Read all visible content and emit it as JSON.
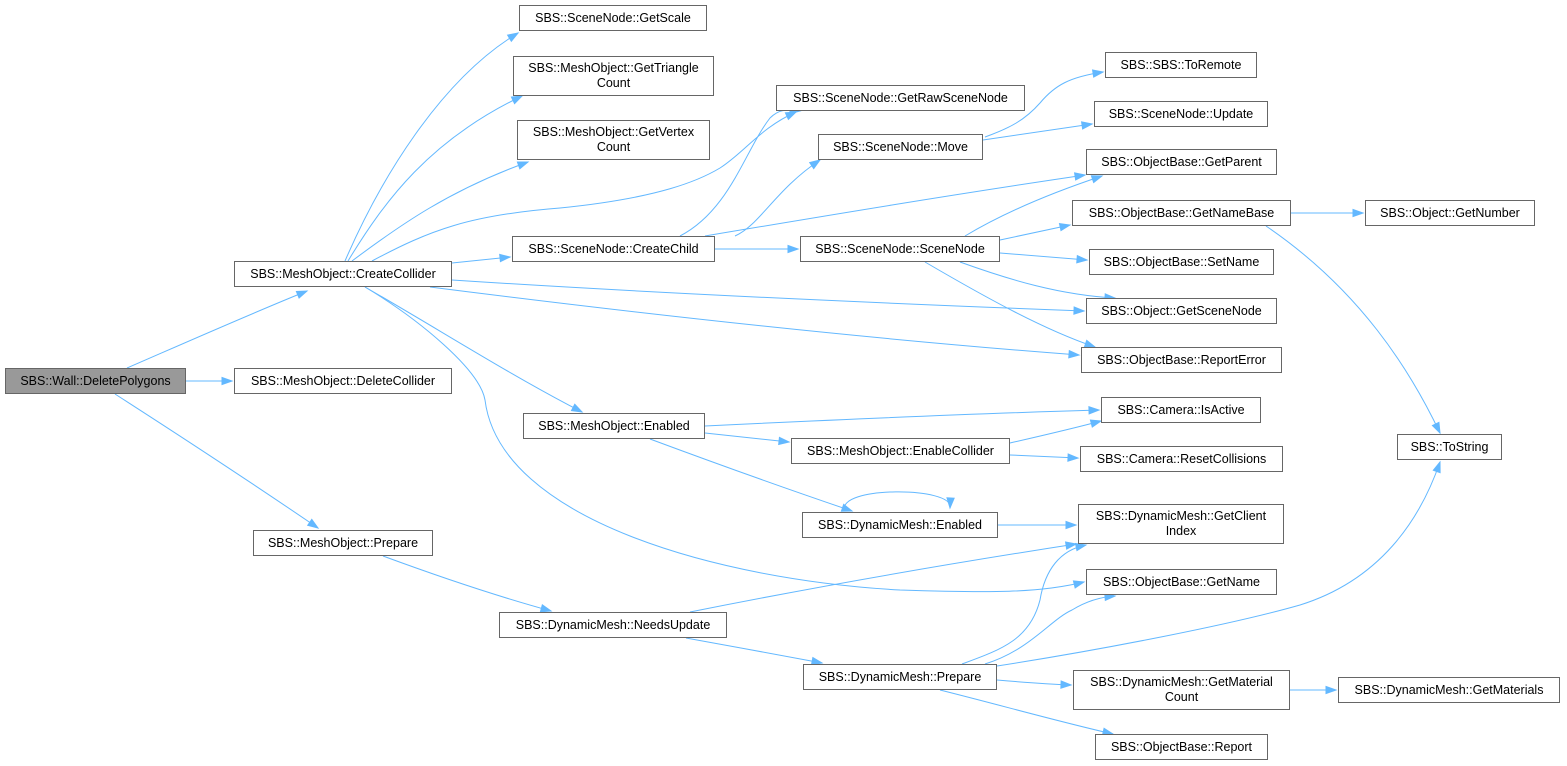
{
  "diagram": {
    "type": "call-graph",
    "nodes": [
      {
        "id": "wall_deletepolygons",
        "label": "SBS::Wall::DeletePolygons",
        "root": true
      },
      {
        "id": "mesh_createcollider",
        "label": "SBS::MeshObject::CreateCollider"
      },
      {
        "id": "mesh_deletecollider",
        "label": "SBS::MeshObject::DeleteCollider"
      },
      {
        "id": "mesh_prepare",
        "label": "SBS::MeshObject::Prepare"
      },
      {
        "id": "scenenode_getscale",
        "label": "SBS::SceneNode::GetScale"
      },
      {
        "id": "mesh_gettrianglecount",
        "label": "SBS::MeshObject::GetTriangle\nCount"
      },
      {
        "id": "mesh_getvertexcount",
        "label": "SBS::MeshObject::GetVertex\nCount"
      },
      {
        "id": "scenenode_createchild",
        "label": "SBS::SceneNode::CreateChild"
      },
      {
        "id": "mesh_enabled",
        "label": "SBS::MeshObject::Enabled"
      },
      {
        "id": "dynmesh_needsupdate",
        "label": "SBS::DynamicMesh::NeedsUpdate"
      },
      {
        "id": "scenenode_getrawscenenode",
        "label": "SBS::SceneNode::GetRawSceneNode"
      },
      {
        "id": "scenenode_move",
        "label": "SBS::SceneNode::Move"
      },
      {
        "id": "scenenode_scenenode",
        "label": "SBS::SceneNode::SceneNode"
      },
      {
        "id": "mesh_enablecollider",
        "label": "SBS::MeshObject::EnableCollider"
      },
      {
        "id": "dynmesh_enabled",
        "label": "SBS::DynamicMesh::Enabled"
      },
      {
        "id": "dynmesh_prepare",
        "label": "SBS::DynamicMesh::Prepare"
      },
      {
        "id": "sbs_toremote",
        "label": "SBS::SBS::ToRemote"
      },
      {
        "id": "scenenode_update",
        "label": "SBS::SceneNode::Update"
      },
      {
        "id": "objectbase_getparent",
        "label": "SBS::ObjectBase::GetParent"
      },
      {
        "id": "objectbase_getnamebase",
        "label": "SBS::ObjectBase::GetNameBase"
      },
      {
        "id": "objectbase_setname",
        "label": "SBS::ObjectBase::SetName"
      },
      {
        "id": "object_getscenenode",
        "label": "SBS::Object::GetSceneNode"
      },
      {
        "id": "objectbase_reporterror",
        "label": "SBS::ObjectBase::ReportError"
      },
      {
        "id": "camera_isactive",
        "label": "SBS::Camera::IsActive"
      },
      {
        "id": "camera_resetcollisions",
        "label": "SBS::Camera::ResetCollisions"
      },
      {
        "id": "dynmesh_getclientindex",
        "label": "SBS::DynamicMesh::GetClient\nIndex"
      },
      {
        "id": "objectbase_getname",
        "label": "SBS::ObjectBase::GetName"
      },
      {
        "id": "dynmesh_getmaterialcount",
        "label": "SBS::DynamicMesh::GetMaterial\nCount"
      },
      {
        "id": "objectbase_report",
        "label": "SBS::ObjectBase::Report"
      },
      {
        "id": "object_getnumber",
        "label": "SBS::Object::GetNumber"
      },
      {
        "id": "sbs_tostring",
        "label": "SBS::ToString"
      },
      {
        "id": "dynmesh_getmaterials",
        "label": "SBS::DynamicMesh::GetMaterials"
      }
    ],
    "edges": [
      {
        "from": "wall_deletepolygons",
        "to": "mesh_createcollider"
      },
      {
        "from": "wall_deletepolygons",
        "to": "mesh_deletecollider"
      },
      {
        "from": "wall_deletepolygons",
        "to": "mesh_prepare"
      },
      {
        "from": "mesh_createcollider",
        "to": "scenenode_getscale"
      },
      {
        "from": "mesh_createcollider",
        "to": "mesh_gettrianglecount"
      },
      {
        "from": "mesh_createcollider",
        "to": "mesh_getvertexcount"
      },
      {
        "from": "mesh_createcollider",
        "to": "scenenode_getrawscenenode"
      },
      {
        "from": "mesh_createcollider",
        "to": "scenenode_createchild"
      },
      {
        "from": "mesh_createcollider",
        "to": "object_getscenenode"
      },
      {
        "from": "mesh_createcollider",
        "to": "objectbase_reporterror"
      },
      {
        "from": "mesh_createcollider",
        "to": "mesh_enabled"
      },
      {
        "from": "mesh_createcollider",
        "to": "objectbase_getname"
      },
      {
        "from": "scenenode_createchild",
        "to": "scenenode_getrawscenenode"
      },
      {
        "from": "scenenode_createchild",
        "to": "scenenode_move"
      },
      {
        "from": "scenenode_createchild",
        "to": "objectbase_getparent"
      },
      {
        "from": "scenenode_createchild",
        "to": "scenenode_scenenode"
      },
      {
        "from": "scenenode_move",
        "to": "sbs_toremote"
      },
      {
        "from": "scenenode_move",
        "to": "scenenode_update"
      },
      {
        "from": "scenenode_scenenode",
        "to": "objectbase_getparent"
      },
      {
        "from": "scenenode_scenenode",
        "to": "objectbase_getnamebase"
      },
      {
        "from": "scenenode_scenenode",
        "to": "objectbase_setname"
      },
      {
        "from": "scenenode_scenenode",
        "to": "object_getscenenode"
      },
      {
        "from": "scenenode_scenenode",
        "to": "objectbase_reporterror"
      },
      {
        "from": "objectbase_getnamebase",
        "to": "object_getnumber"
      },
      {
        "from": "objectbase_getnamebase",
        "to": "sbs_tostring"
      },
      {
        "from": "mesh_enabled",
        "to": "camera_isactive"
      },
      {
        "from": "mesh_enabled",
        "to": "mesh_enablecollider"
      },
      {
        "from": "mesh_enabled",
        "to": "dynmesh_enabled"
      },
      {
        "from": "mesh_enablecollider",
        "to": "camera_isactive"
      },
      {
        "from": "mesh_enablecollider",
        "to": "camera_resetcollisions"
      },
      {
        "from": "dynmesh_enabled",
        "to": "dynmesh_enabled"
      },
      {
        "from": "dynmesh_enabled",
        "to": "dynmesh_getclientindex"
      },
      {
        "from": "mesh_prepare",
        "to": "dynmesh_needsupdate"
      },
      {
        "from": "dynmesh_needsupdate",
        "to": "dynmesh_getclientindex"
      },
      {
        "from": "dynmesh_needsupdate",
        "to": "dynmesh_prepare"
      },
      {
        "from": "dynmesh_prepare",
        "to": "dynmesh_getclientindex"
      },
      {
        "from": "dynmesh_prepare",
        "to": "objectbase_getname"
      },
      {
        "from": "dynmesh_prepare",
        "to": "sbs_tostring"
      },
      {
        "from": "dynmesh_prepare",
        "to": "dynmesh_getmaterialcount"
      },
      {
        "from": "dynmesh_prepare",
        "to": "objectbase_report"
      },
      {
        "from": "dynmesh_getmaterialcount",
        "to": "dynmesh_getmaterials"
      }
    ],
    "colors": {
      "edge": "#63b8ff",
      "node_border": "#666666",
      "node_fill": "#ffffff",
      "root_fill": "#999999",
      "text": "#000000"
    }
  }
}
